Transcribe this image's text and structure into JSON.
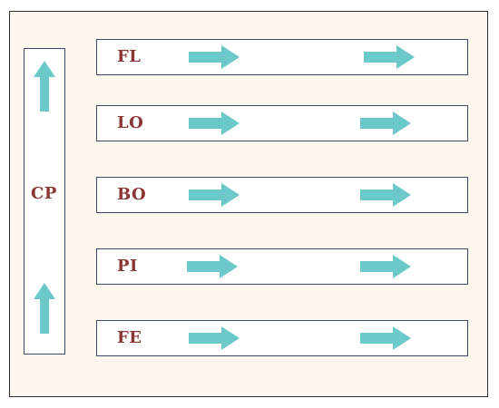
{
  "diagram": {
    "colors": {
      "arrow": "#6cc9c9",
      "label": "#8b3535",
      "box_border": "#3b4a6b",
      "background": "#fdf8ee"
    },
    "column": {
      "label": "CP",
      "arrow_icon": "arrow-up-icon"
    },
    "rows": [
      {
        "label": "FL"
      },
      {
        "label": "LO"
      },
      {
        "label": "BO"
      },
      {
        "label": "PI"
      },
      {
        "label": "FE"
      }
    ],
    "row_arrow_icon": "arrow-right-icon"
  }
}
